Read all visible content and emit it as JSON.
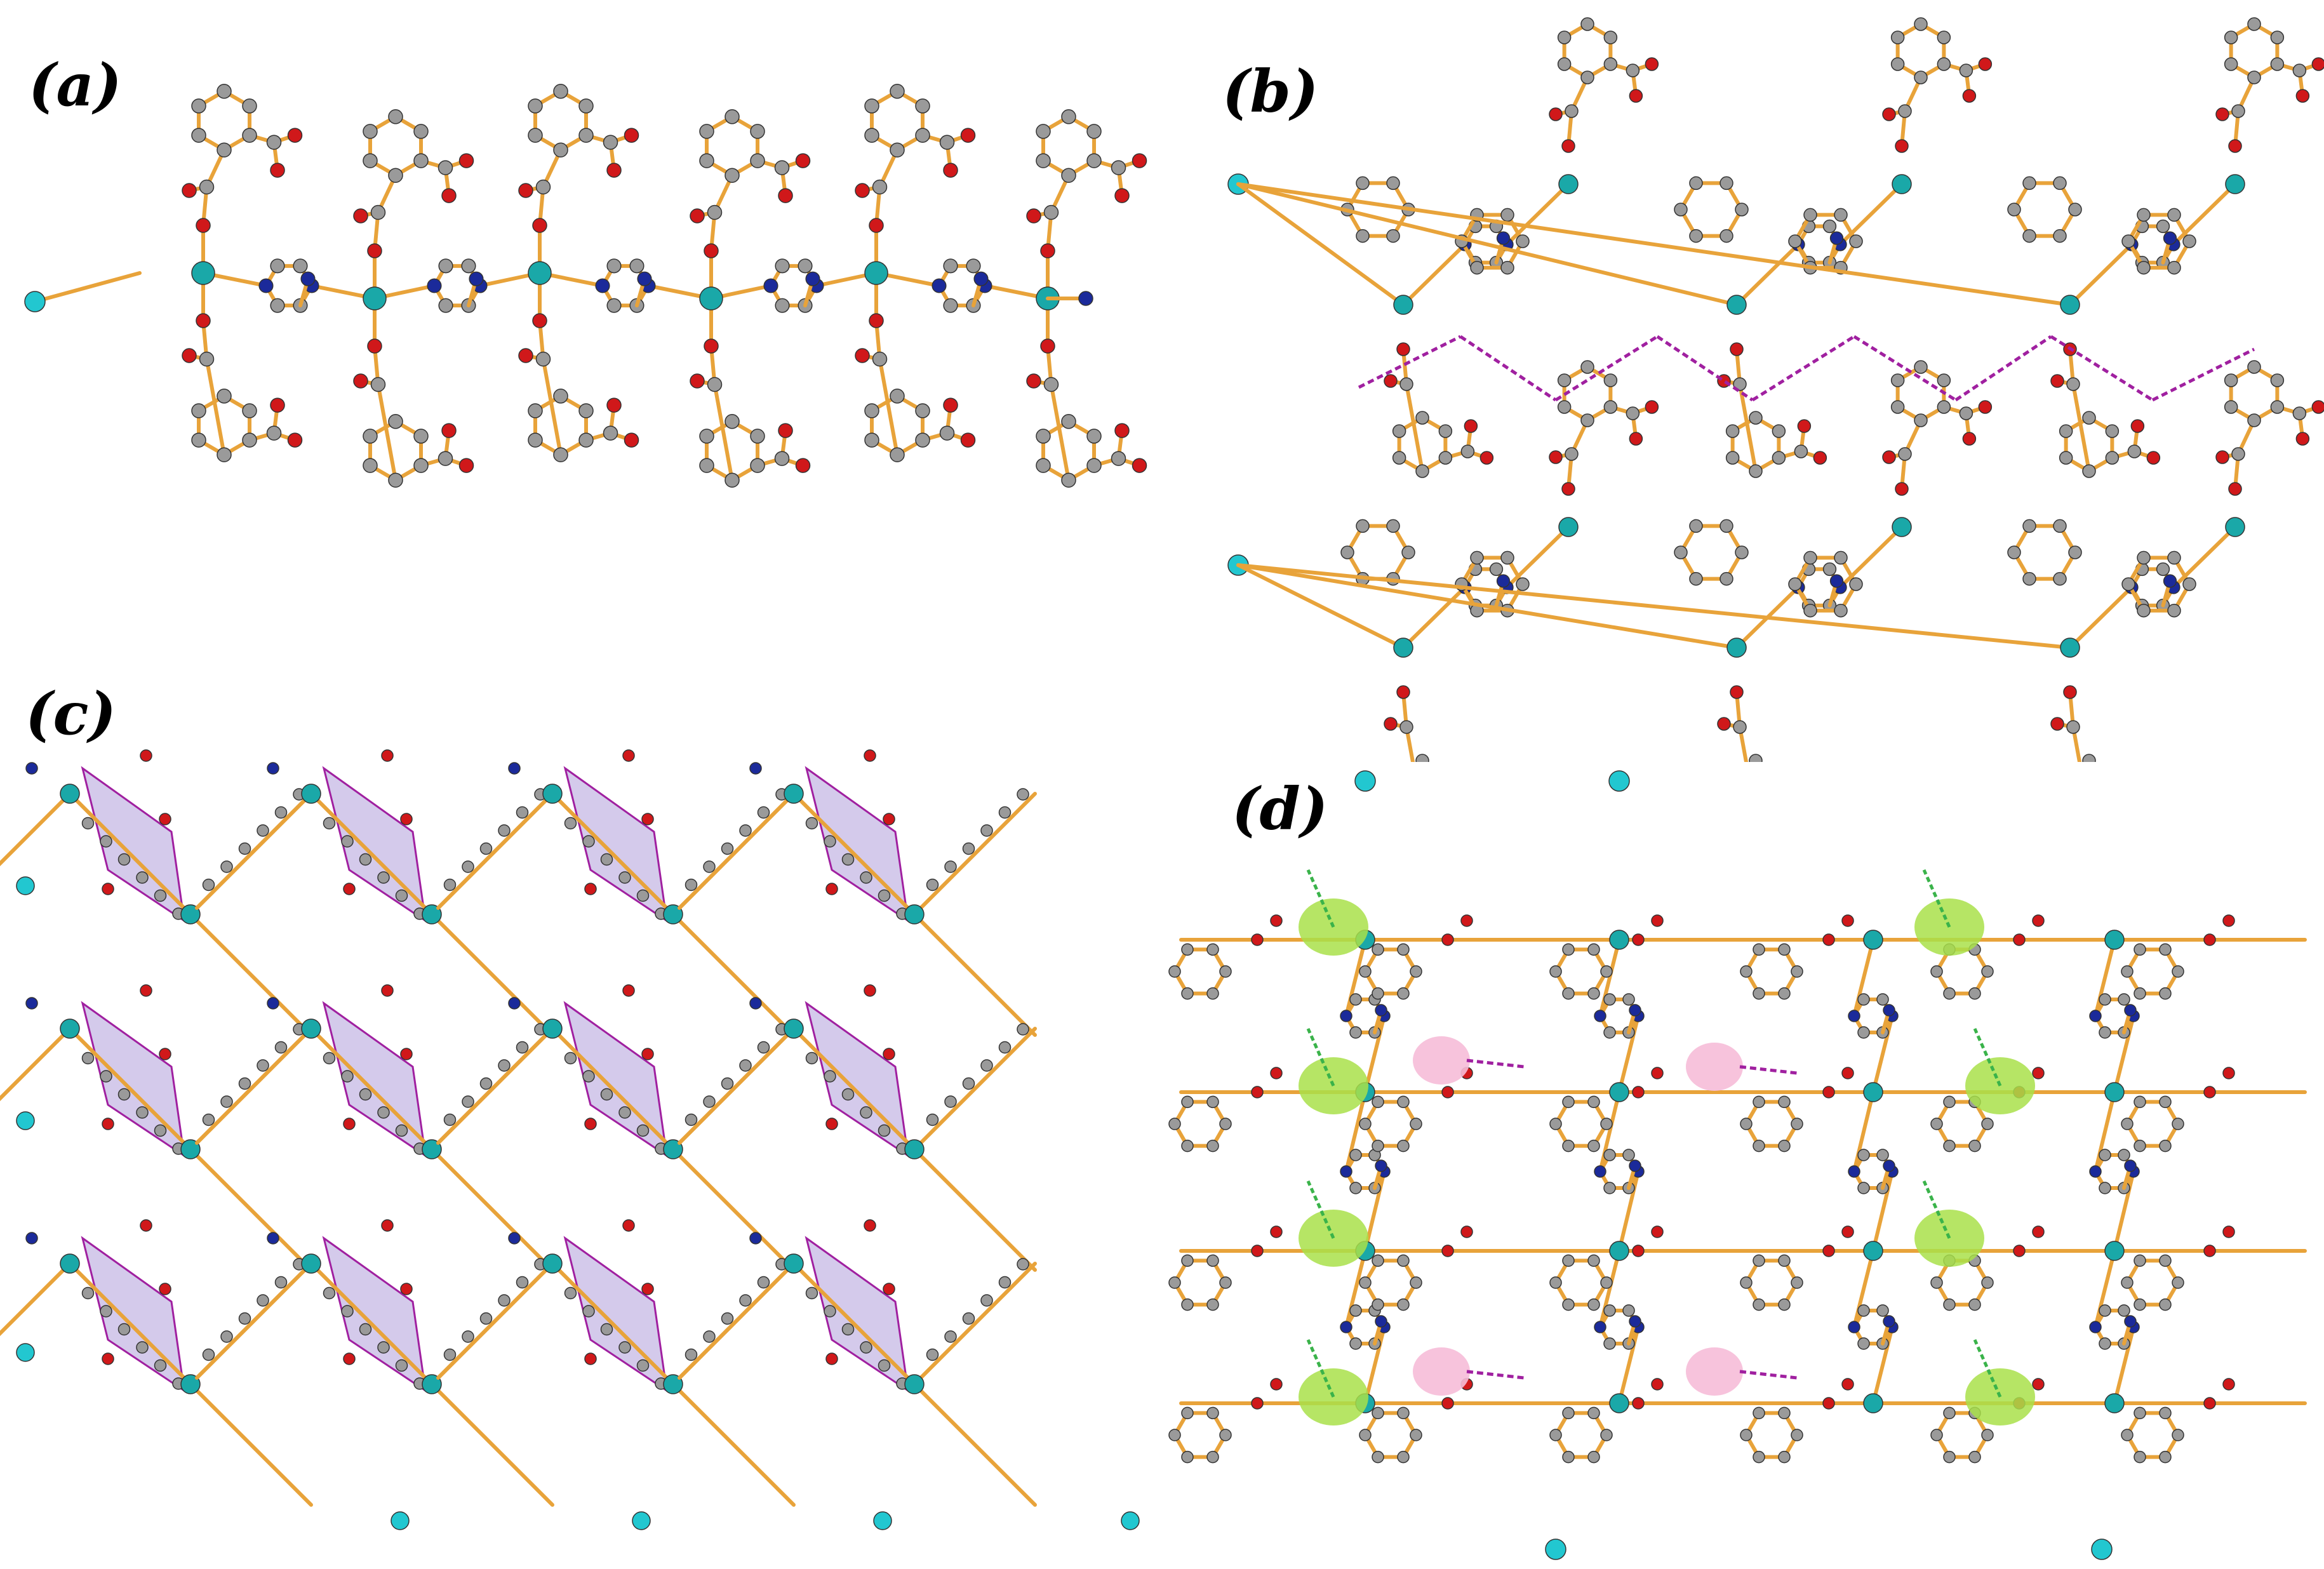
{
  "panels": [
    {
      "id": "a",
      "label": "(a)"
    },
    {
      "id": "b",
      "label": "(b)"
    },
    {
      "id": "c",
      "label": "(c)"
    },
    {
      "id": "d",
      "label": "(d)"
    }
  ],
  "colors": {
    "bond": "#e8a33a",
    "carbon": "#9a9a9a",
    "oxygen": "#d0181a",
    "nitrogen": "#1b2a9a",
    "metal": "#1aa8a8",
    "halide": "#22c7d0",
    "h_bond": "#a020a0",
    "pi_interaction": "#3ab34a",
    "sheet_fill": "#c9bde6",
    "green_fill": "#a9e04a",
    "pink_fill": "#f6bcd8"
  }
}
